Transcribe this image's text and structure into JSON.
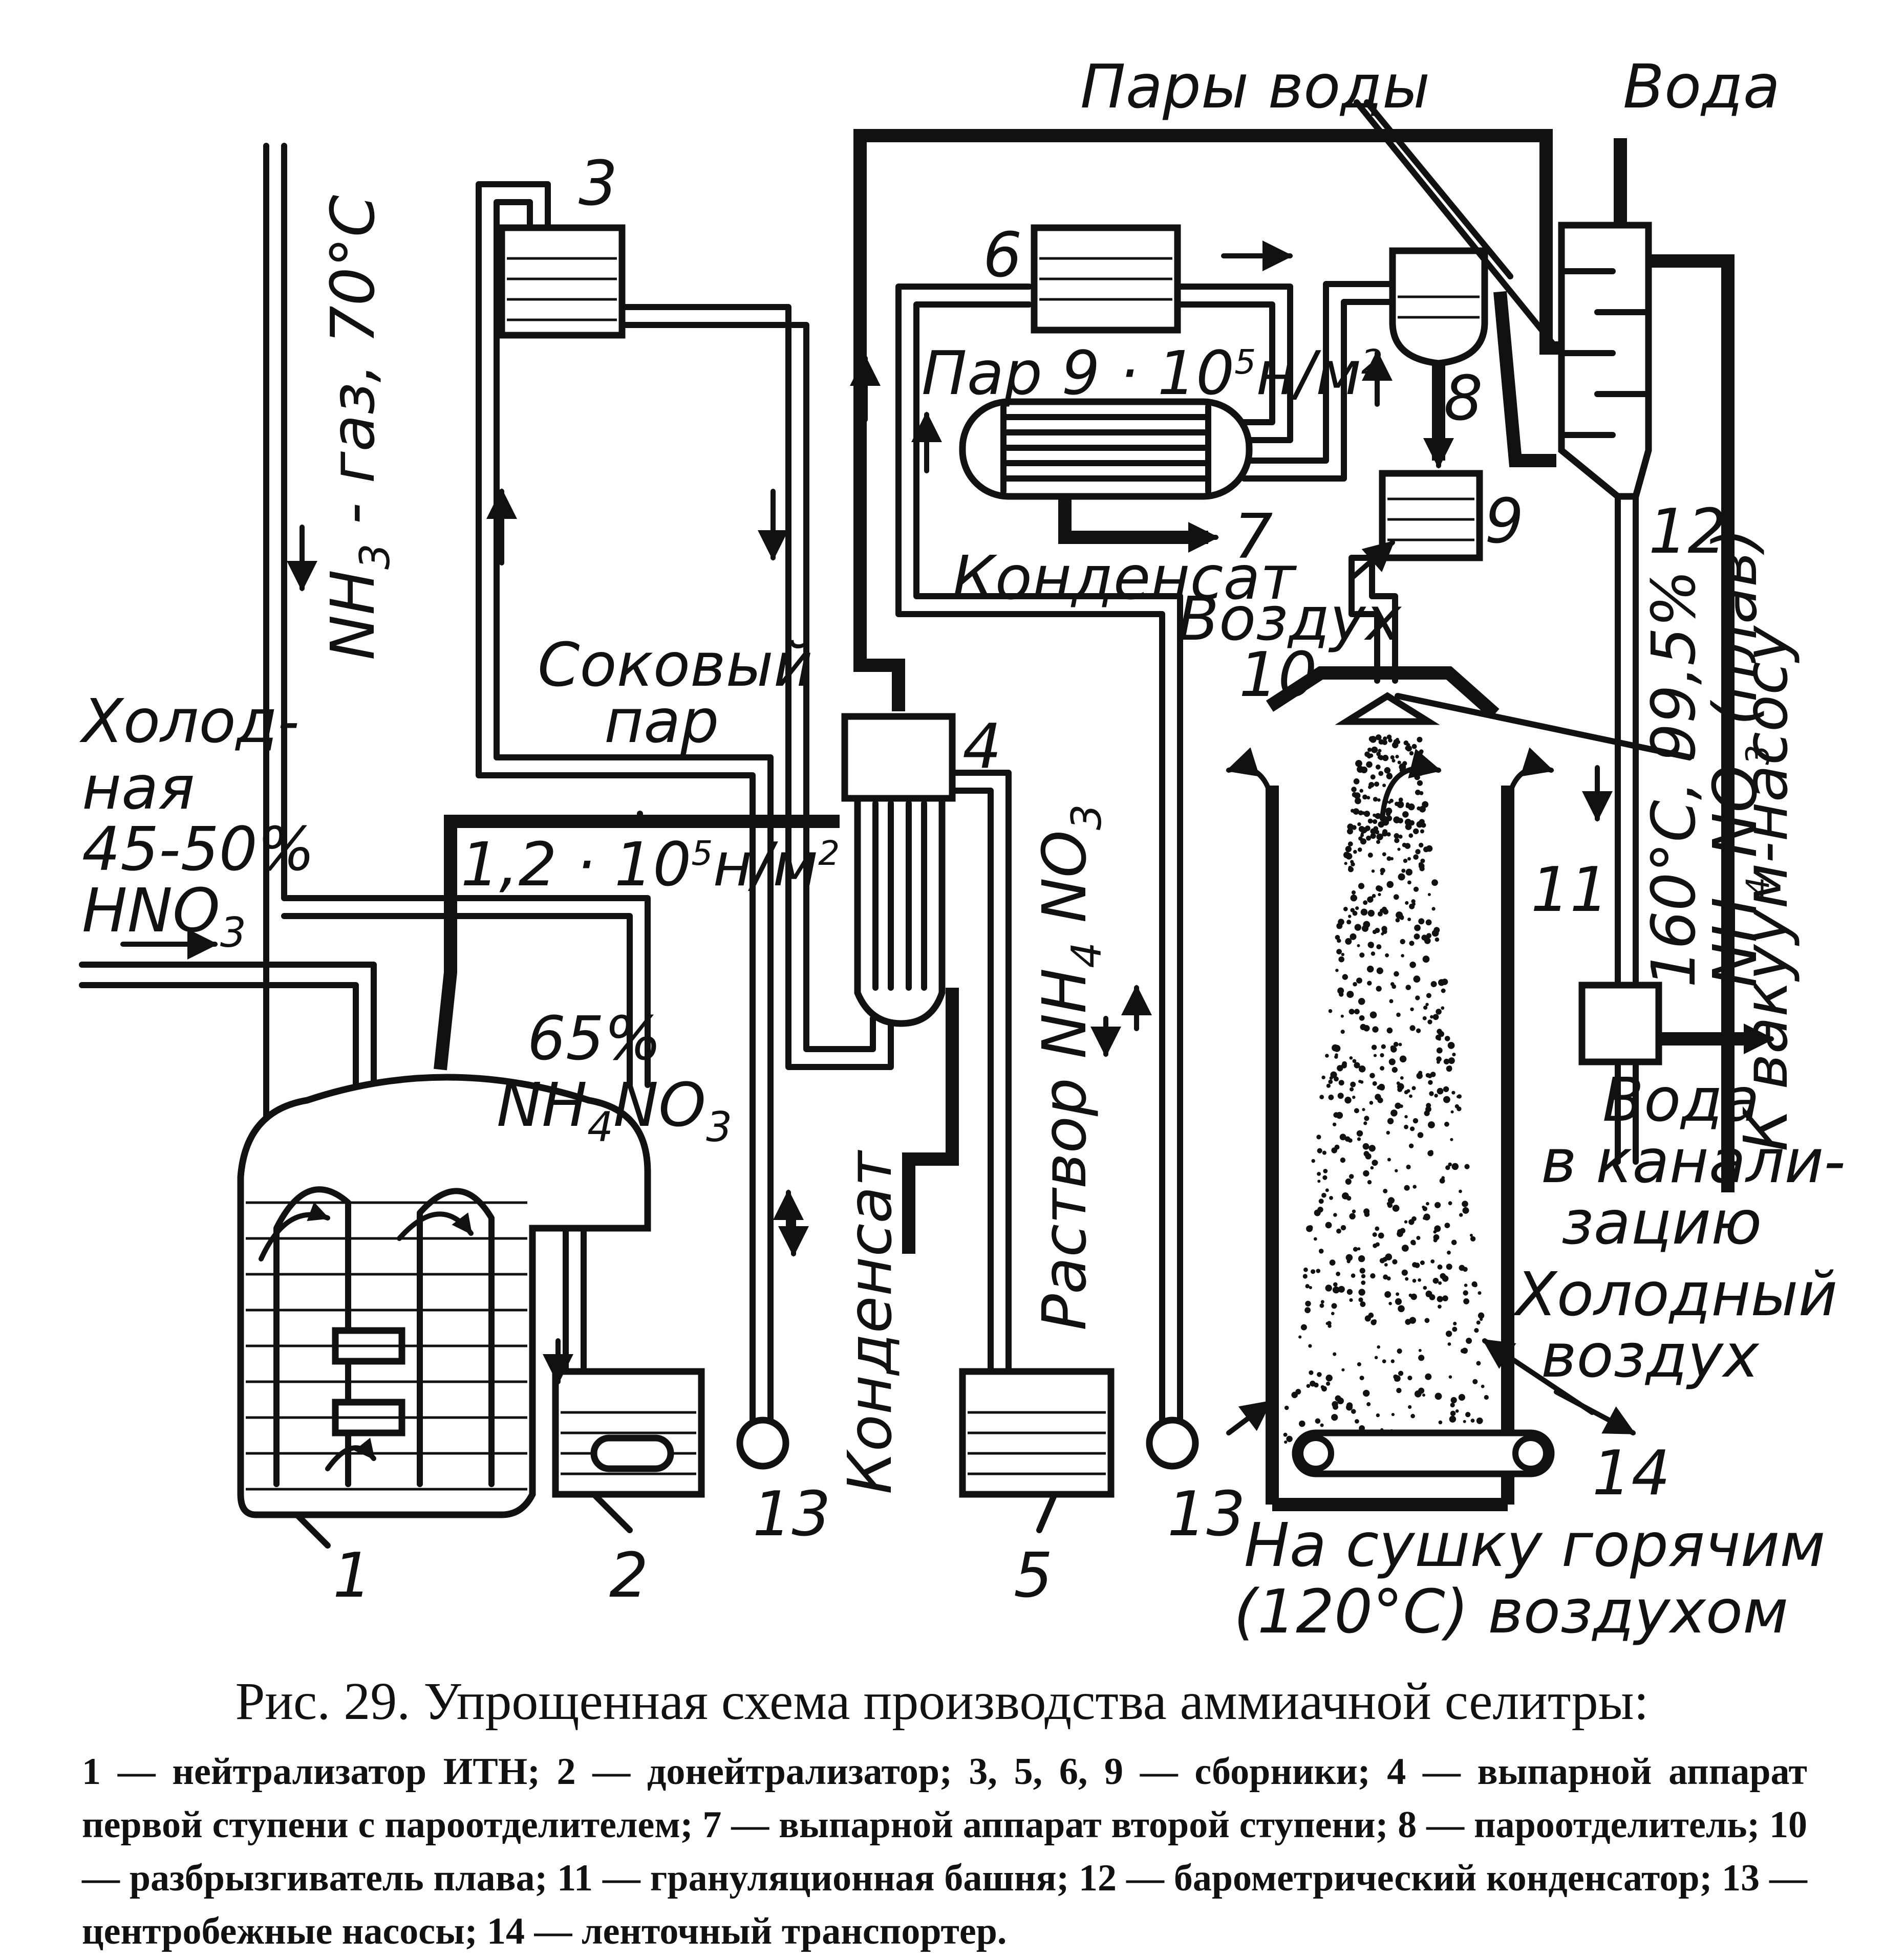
{
  "figure": {
    "labels": {
      "water_vapor": "Пары воды",
      "water": "Вода",
      "vacuum_pump": "К вакуум-насосу",
      "ammonia_gas": "NH3 - газ, 70°С",
      "ammonia_gas_main": "NH",
      "ammonia_gas_sub": "3",
      "ammonia_gas_rest": " - газ, 70°С",
      "cold_acid_line1": "Холод-",
      "cold_acid_line2": "ная",
      "cold_acid_line3": "45-50%",
      "cold_acid_line4_main": "HNO",
      "cold_acid_line4_sub": "3",
      "juice_steam_line1": "Соковый",
      "juice_steam_line2": "пар",
      "pressure_1_main": "1,2 · 10",
      "pressure_1_sup": "5",
      "pressure_1_unit": "н/м",
      "pressure_1_sup2": "2",
      "steam_pressure_main": "Пар 9 · 10",
      "steam_pressure_sup": "5",
      "steam_pressure_unit": "н/м",
      "steam_pressure_sup2": "2",
      "condensate_top": "Конденсат",
      "condensate_vertical": "Конденсат",
      "solution_main": "Раствор NH",
      "solution_sub1": "4",
      "solution_mid": " NO",
      "solution_sub2": "3",
      "percent_65": "65%",
      "nh4no3_main": "NH",
      "nh4no3_sub1": "4",
      "nh4no3_mid": "NO",
      "nh4no3_sub2": "3",
      "air": "Воздух",
      "melt_temp": "160°С, 99,5%",
      "melt_main": "NH",
      "melt_sub1": "4",
      "melt_mid": " NO",
      "melt_sub2": "3",
      "melt_rest": " (плав)",
      "water_sewer_line1": "Вода",
      "water_sewer_line2": "в канали-",
      "water_sewer_line3": "зацию",
      "cold_air_line1": "Холодный",
      "cold_air_line2": "воздух",
      "drying_line1": "На сушку горячим",
      "drying_line2": "(120°С) воздухом"
    },
    "numbers": [
      "1",
      "2",
      "3",
      "4",
      "5",
      "6",
      "7",
      "8",
      "9",
      "10",
      "11",
      "12",
      "13",
      "13",
      "14"
    ]
  },
  "caption": {
    "title": "Рис. 29. Упрощенная схема производства аммиачной селитры:",
    "legend": "1 — нейтрализатор ИТН; 2 — донейтрализатор; 3, 5, 6, 9 — сборники; 4 — выпарной аппарат первой ступени с пароотделителем; 7 — выпарной аппарат второй ступени; 8 — пароотделитель; 10 — разбрызгиватель плава; 11 — грануляционная башня; 12 — барометрический конденсатор; 13 — центробежные насосы; 14 — ленточный транспортер."
  }
}
